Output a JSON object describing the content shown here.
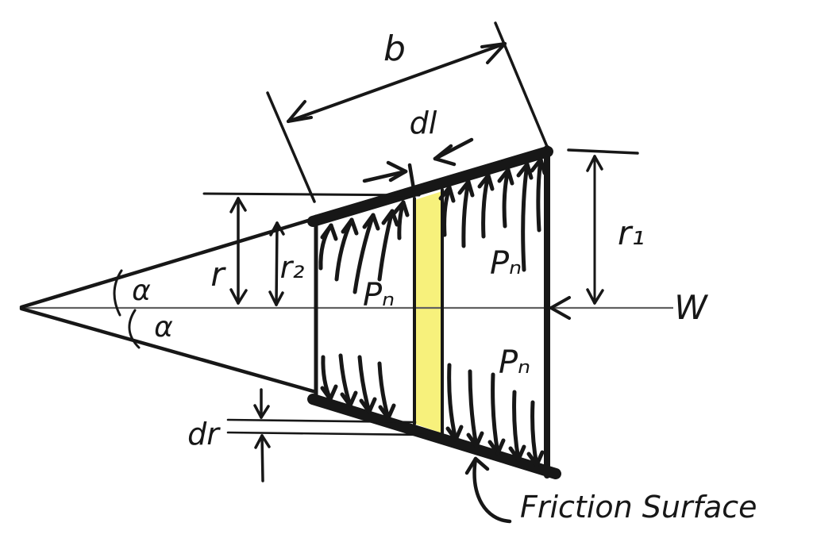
{
  "figure": {
    "labels": {
      "slant_width": "b",
      "element_width": "dl",
      "radius_element": "r",
      "radius_inner": "r₂",
      "radius_outer": "r₁",
      "half_cone_angle_upper": "α",
      "half_cone_angle_lower": "α",
      "normal_pressure_upper_left": "Pₙ",
      "normal_pressure_upper_right": "Pₙ",
      "normal_pressure_lower_right": "Pₙ",
      "axial_force": "W",
      "radial_thickness": "dr",
      "friction_surface_caption": "Friction Surface"
    },
    "colors": {
      "ink": "#171717",
      "element_highlight": "#f7f17c",
      "axis_line": "#606060",
      "background": "#ffffff"
    }
  }
}
